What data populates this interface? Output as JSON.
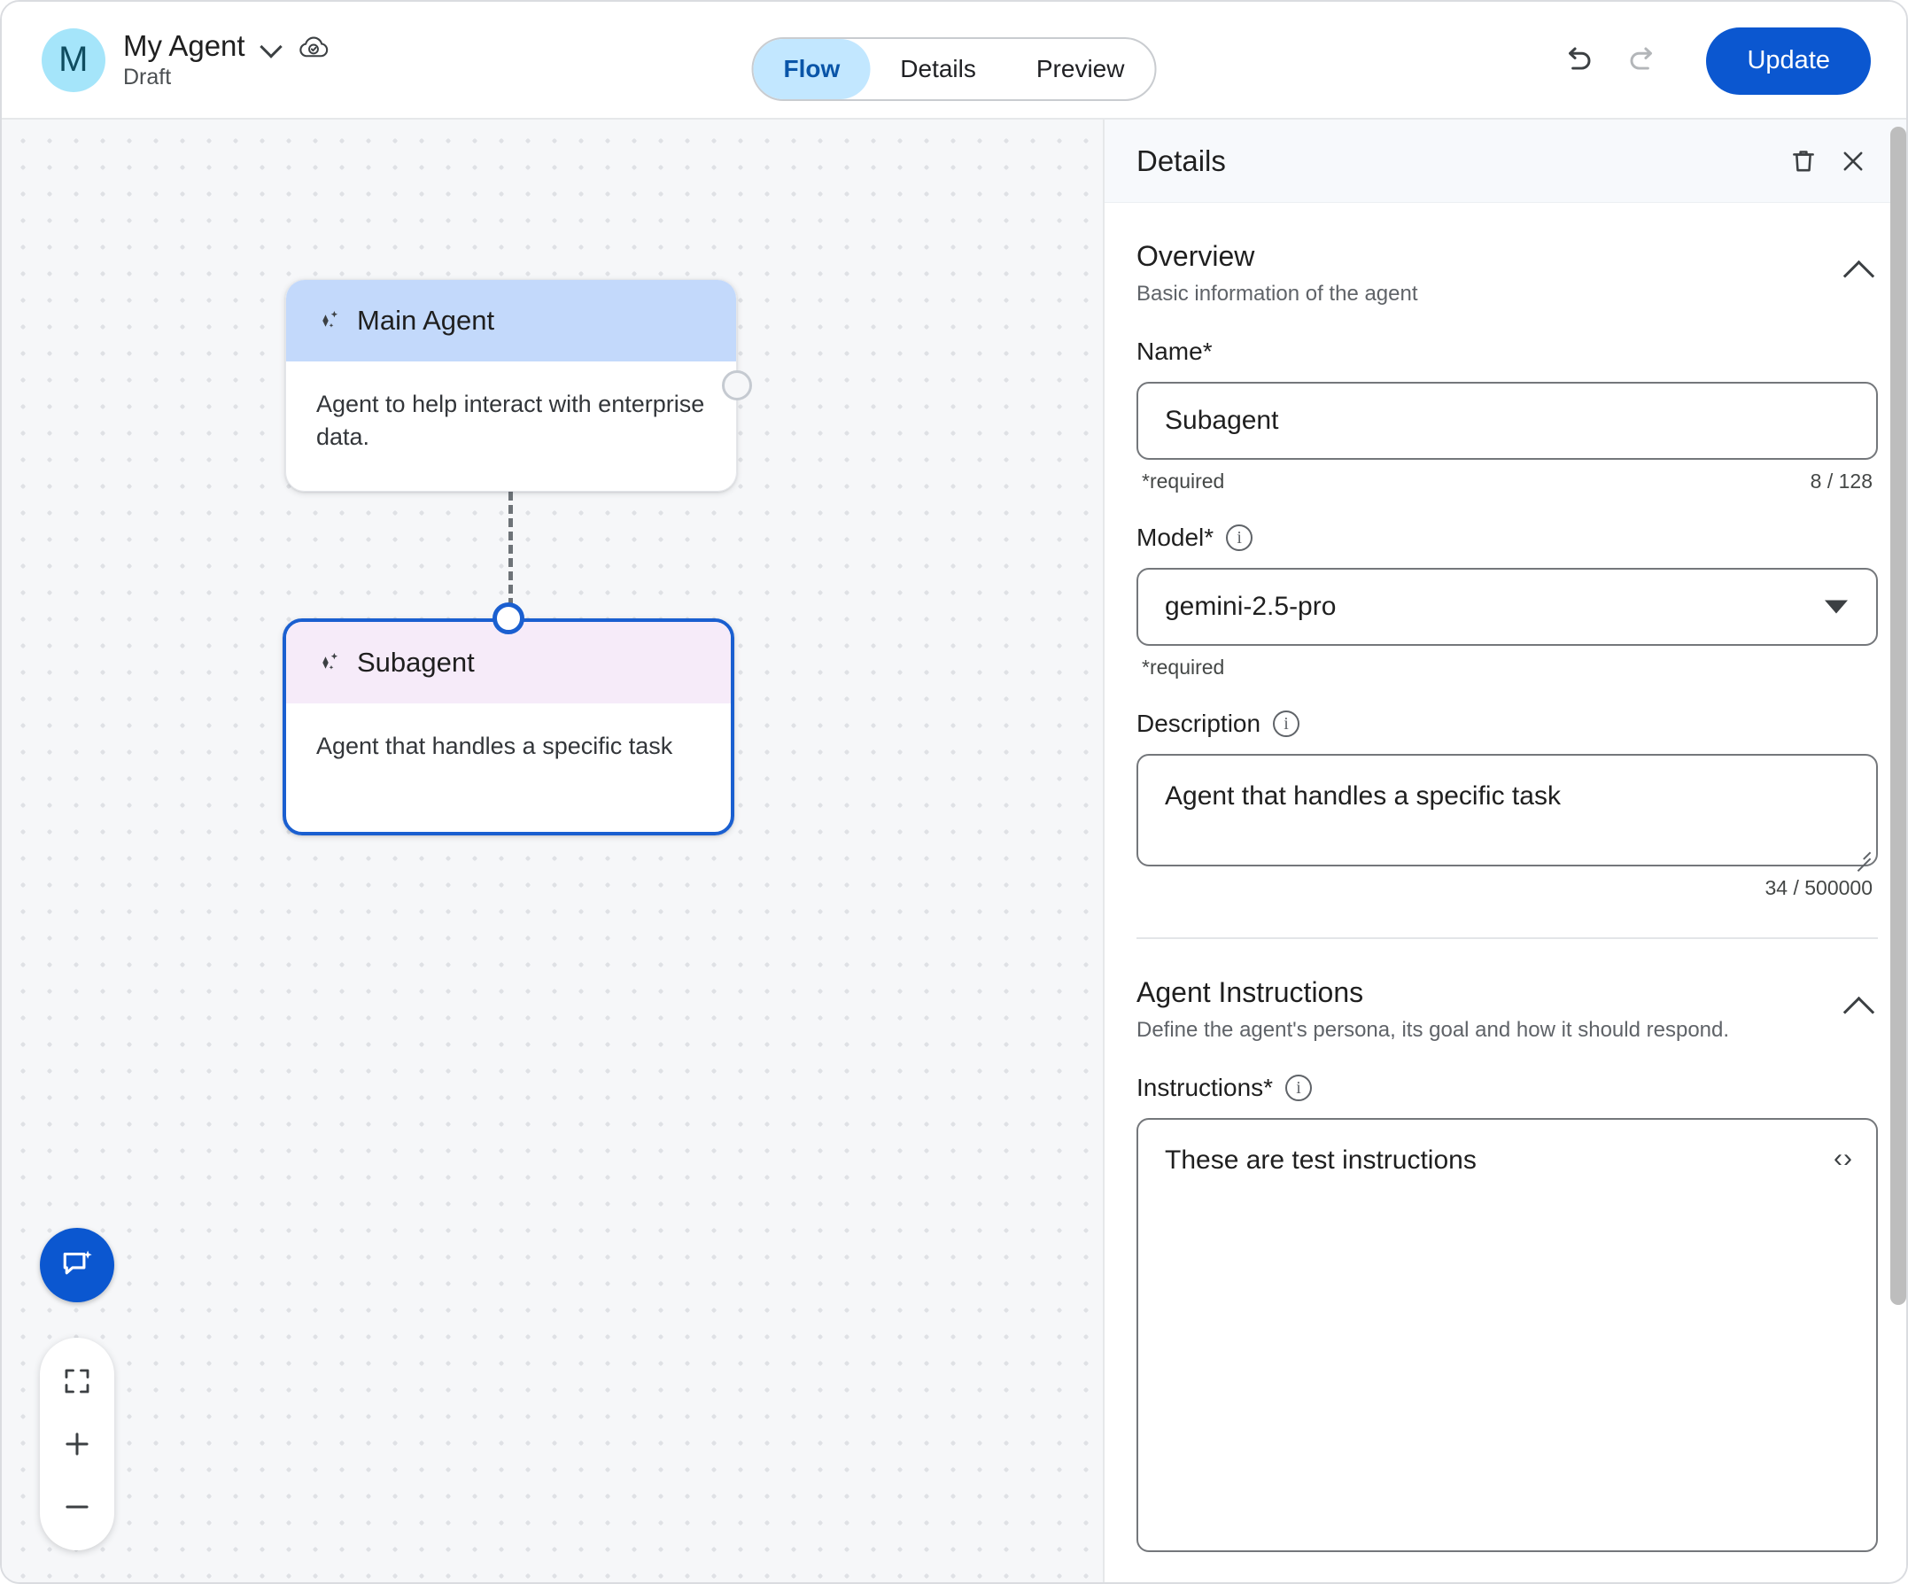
{
  "header": {
    "avatar_letter": "M",
    "agent_title": "My Agent",
    "agent_status": "Draft",
    "chevron_icon": "chevron-down-icon",
    "cloud_icon": "cloud-saved-icon",
    "tabs": [
      {
        "label": "Flow",
        "active": true
      },
      {
        "label": "Details",
        "active": false
      },
      {
        "label": "Preview",
        "active": false
      }
    ],
    "undo_icon": "undo-icon",
    "redo_icon": "redo-icon",
    "update_label": "Update",
    "accent_color": "#0b57d0",
    "active_tab_color": "#c2e7ff"
  },
  "canvas": {
    "nodes": [
      {
        "id": "main-agent",
        "title": "Main Agent",
        "description": "Agent to help interact with enterprise data.",
        "header_color": "#c3d9fb",
        "selected": false
      },
      {
        "id": "subagent",
        "title": "Subagent",
        "description": "Agent that handles a specific task",
        "header_color": "#f6ebf9",
        "selected": true,
        "selection_color": "#1a5fd0"
      }
    ],
    "sparkle_icon": "sparkle-icon",
    "chat_fab_icon": "chat-sparkle-icon",
    "controls": [
      {
        "name": "fit-to-screen-button",
        "icon": "fit-screen-icon"
      },
      {
        "name": "zoom-in-button",
        "icon": "plus-icon"
      },
      {
        "name": "zoom-out-button",
        "icon": "minus-icon"
      }
    ]
  },
  "panel": {
    "title": "Details",
    "delete_icon": "trash-icon",
    "close_icon": "close-icon",
    "overview": {
      "title": "Overview",
      "subtitle": "Basic information of the agent",
      "collapse_icon": "chevron-up-icon",
      "name": {
        "label": "Name*",
        "value": "Subagent",
        "required_text": "*required",
        "counter": "8 / 128"
      },
      "model": {
        "label": "Model*",
        "info_icon": "info-icon",
        "value": "gemini-2.5-pro",
        "required_text": "*required",
        "caret_icon": "dropdown-caret-icon"
      },
      "description": {
        "label": "Description",
        "info_icon": "info-icon",
        "value": "Agent that handles a specific task",
        "counter": "34 / 500000"
      }
    },
    "instructions_section": {
      "title": "Agent Instructions",
      "subtitle": "Define the agent's persona, its goal and how it should respond.",
      "collapse_icon": "chevron-up-icon",
      "instructions": {
        "label": "Instructions*",
        "info_icon": "info-icon",
        "value": "These are test instructions",
        "code_icon": "code-brackets-icon",
        "code_glyph": "‹›"
      }
    }
  }
}
